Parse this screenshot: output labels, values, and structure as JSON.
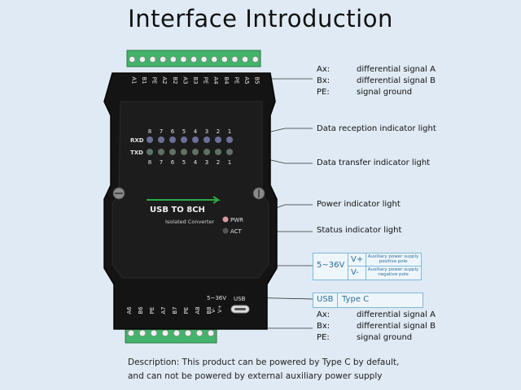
{
  "title": "Interface Introduction",
  "device": {
    "top_pins": [
      "A1",
      "B1",
      "PE",
      "A2",
      "B2",
      "A3",
      "B3",
      "PE",
      "A4",
      "B4",
      "PE",
      "A5",
      "B5"
    ],
    "bottom_pins": [
      "A6",
      "B6",
      "PE",
      "A7",
      "B7",
      "PE",
      "A8",
      "B8"
    ],
    "channel_numbers": [
      "8",
      "7",
      "6",
      "5",
      "4",
      "3",
      "2",
      "1"
    ],
    "rxd_label": "RXD",
    "txd_label": "TXD",
    "product_name": "USB TO 8CH",
    "product_sub": "Isolated Converter",
    "pwr_label": "PWR",
    "act_label": "ACT",
    "voltage_label": "5~36V",
    "vplus_pin": "V+",
    "vminus_pin": "V-",
    "usb_label": "USB",
    "colors": {
      "body": "#131313",
      "terminal": "#43b36b",
      "rx_led": "#6d6f98",
      "tx_led": "#5e7262",
      "pwr_led": "#d79aa0",
      "accent": "#2aa845"
    }
  },
  "top_legend": [
    {
      "key": "Ax:",
      "value": "differential signal A"
    },
    {
      "key": "Bx:",
      "value": "differential signal B"
    },
    {
      "key": "PE:",
      "value": "signal ground"
    }
  ],
  "callouts": {
    "rx": "Data reception indicator light",
    "tx": "Data transfer indicator light",
    "pwr": "Power indicator light",
    "act": "Status indicator light"
  },
  "power_box": {
    "range": "5~36V",
    "vplus": "V+",
    "vplus_desc": "Auxiliary power supply positive pole",
    "vminus": "V-",
    "vminus_desc": "Auxiliary power supply negative pole"
  },
  "usb_box": {
    "label": "USB",
    "type": "Type C"
  },
  "bottom_legend": [
    {
      "key": "Ax:",
      "value": "differential signal A"
    },
    {
      "key": "Bx:",
      "value": "differential signal B"
    },
    {
      "key": "PE:",
      "value": "signal ground"
    }
  ],
  "description": {
    "line1": "Description: This product can be powered by Type C by default,",
    "line2": "and can not be powered by external auxiliary power supply"
  }
}
